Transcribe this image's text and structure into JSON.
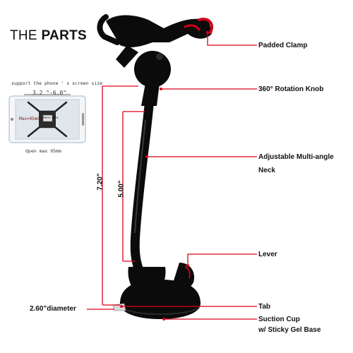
{
  "title": {
    "light": "THE ",
    "bold": "PARTS"
  },
  "inset": {
    "note": "support the phone ' s screen size",
    "size_range": "3.2 ^-6.0\"",
    "max_width": "Max=95mm",
    "badge": "PRESS HERE",
    "open_max": "Open max 95mm"
  },
  "dimensions": {
    "total_height": "7.20\"",
    "neck_height": "5.00\"",
    "diameter": "2.60\"diameter"
  },
  "parts": [
    {
      "label": "Padded Clamp"
    },
    {
      "label": "360° Rotation Knob"
    },
    {
      "label": "Adjustable Multi-angle",
      "label_line2": "Neck"
    },
    {
      "label": "Lever"
    },
    {
      "label": "Tab"
    },
    {
      "label": "Suction Cup",
      "label_line2": "w/ Sticky Gel Base"
    }
  ],
  "colors": {
    "accent": "#e0001b",
    "product": "#0b0b0b",
    "inset_border": "#9fb6c9",
    "inset_text": "#7a1a1a"
  }
}
